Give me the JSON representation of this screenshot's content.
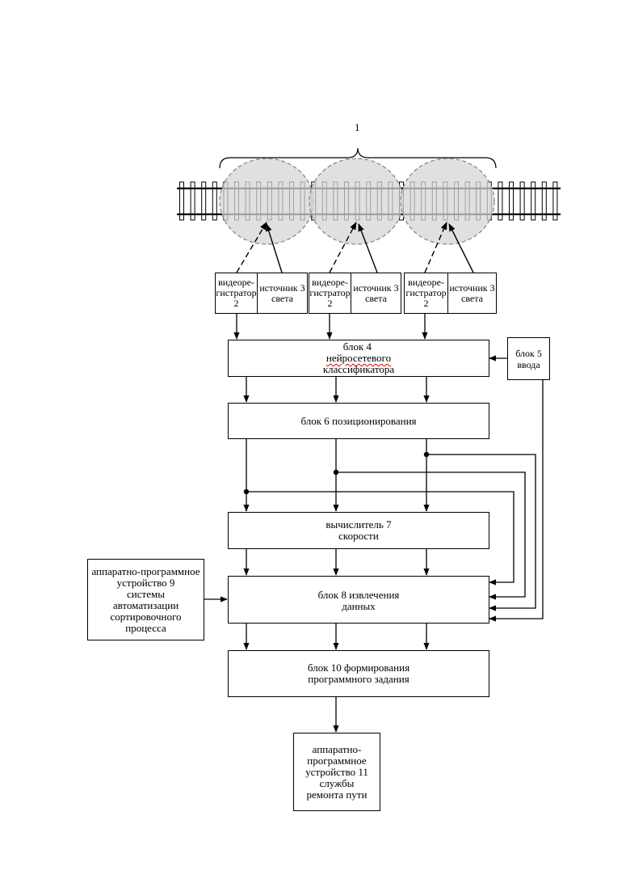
{
  "group_label": "1",
  "recorder_label": "видеоре-\nгистратор\n2",
  "light_label": "источник 3\nсвета",
  "blocks": {
    "classifier_a": "блок 4 ",
    "classifier_b": "нейросетевого",
    "classifier_c": "классификатора",
    "input": "блок 5\nввода",
    "positioning": "блок 6 позиционирования",
    "speed": "вычислитель 7\nскорости",
    "extraction": "блок 8 извлечения\nданных",
    "automation": "аппаратно-программное\nустройство 9\nсистемы\nавтоматизации\nсортировочного\nпроцесса",
    "task": "блок 10 формирования\nпрограммного задания",
    "repair": "аппаратно-\nпрограммное\nустройство 11\nслужбы\nремонта пути"
  }
}
